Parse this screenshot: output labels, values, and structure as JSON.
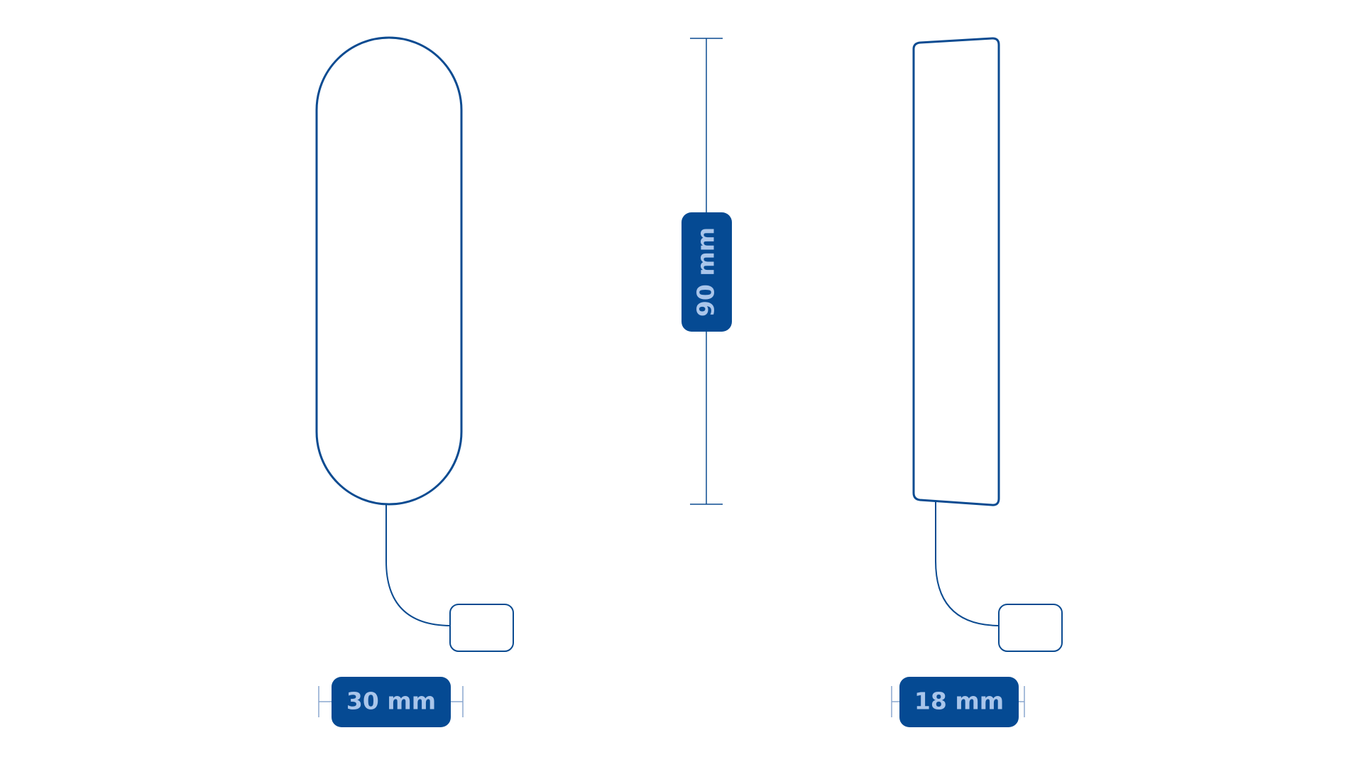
{
  "colors": {
    "outline": "#0b4b91",
    "badge_fill": "#054a93",
    "badge_text": "#a9c5ea",
    "tick_line": "#8aa7cf"
  },
  "dimensions": {
    "height_label": "90 mm",
    "front_width_label": "30 mm",
    "side_width_label": "18 mm"
  }
}
